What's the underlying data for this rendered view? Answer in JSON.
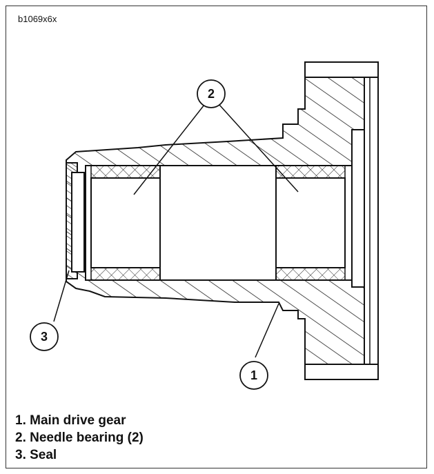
{
  "figure_id": "b1069x6x",
  "callouts": [
    {
      "number": "1"
    },
    {
      "number": "2"
    },
    {
      "number": "3"
    }
  ],
  "legend": [
    "1. Main drive gear",
    "2. Needle bearing (2)",
    "3. Seal"
  ]
}
